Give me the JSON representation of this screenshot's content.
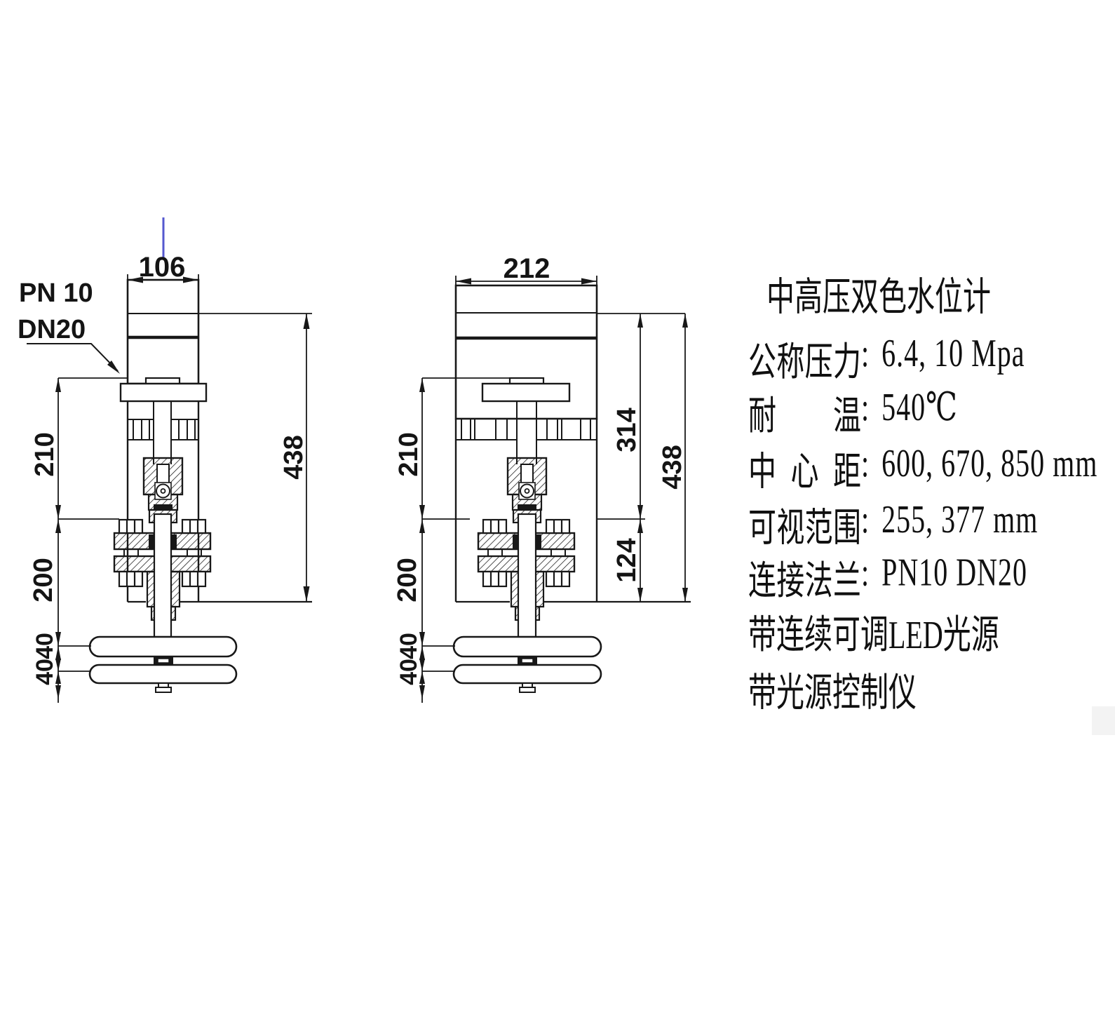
{
  "page": {
    "background": "#ffffff"
  },
  "colors": {
    "line": "#181818",
    "accent_blue": "#5558cf"
  },
  "left_view": {
    "flange_note_line1": "PN 10",
    "flange_note_line2": "DN20",
    "dim_top_width": "106",
    "dim_height_upper": "210",
    "dim_height_lower": "200",
    "dim_bar_1": "40",
    "dim_bar_2": "40",
    "dim_total_height": "438"
  },
  "middle_view": {
    "dim_top_width": "212",
    "dim_height_upper": "210",
    "dim_height_lower": "200",
    "dim_bar_1": "40",
    "dim_bar_2": "40",
    "dim_mid_height": "314",
    "dim_lower_height": "124",
    "dim_total_height": "438"
  },
  "spec_panel": {
    "title": "中高压双色水位计",
    "specs": [
      {
        "label": "公称压力",
        "colon": ":",
        "value": "6.4, 10 Mpa"
      },
      {
        "label": "耐温",
        "colon": ":",
        "value": "540℃"
      },
      {
        "label": "中心距",
        "colon": ":",
        "value": "600, 670, 850 mm"
      },
      {
        "label": "可视范围",
        "colon": ":",
        "value": "255, 377 mm"
      },
      {
        "label": "连接法兰",
        "colon": ":",
        "value": "PN10 DN20"
      }
    ],
    "notes": [
      "带连续可调LED光源",
      "带光源控制仪"
    ]
  }
}
